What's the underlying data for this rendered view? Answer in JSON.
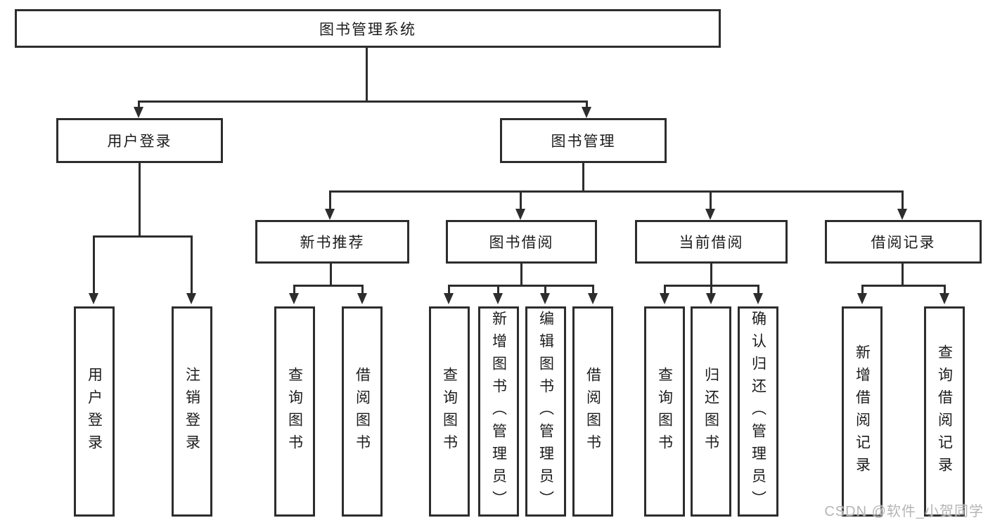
{
  "diagram": {
    "title": "图书管理系统",
    "type": "function-structure-tree",
    "colors": {
      "line": "#2d2d2d",
      "box_border": "#2d2d2d",
      "box_background": "#ffffff",
      "text": "#1c1c1c",
      "watermark": "#b5b5b5"
    }
  },
  "tree": {
    "label": "图书管理系统",
    "children": [
      {
        "label": "用户登录",
        "children": [
          {
            "label": "用户登录"
          },
          {
            "label": "注销登录"
          }
        ]
      },
      {
        "label": "图书管理",
        "children": [
          {
            "label": "新书推荐",
            "children": [
              {
                "label": "查询图书"
              },
              {
                "label": "借阅图书"
              }
            ]
          },
          {
            "label": "图书借阅",
            "children": [
              {
                "label": "查询图书"
              },
              {
                "label": "新增图书（管理员）"
              },
              {
                "label": "编辑图书（管理员）"
              },
              {
                "label": "借阅图书"
              }
            ]
          },
          {
            "label": "当前借阅",
            "children": [
              {
                "label": "查询图书"
              },
              {
                "label": "归还图书"
              },
              {
                "label": "确认归还（管理员）"
              }
            ]
          },
          {
            "label": "借阅记录",
            "children": [
              {
                "label": "新增借阅记录"
              },
              {
                "label": "查询借阅记录"
              }
            ]
          }
        ]
      }
    ]
  },
  "watermark": {
    "text": "CSDN @软件_小贺同学"
  }
}
